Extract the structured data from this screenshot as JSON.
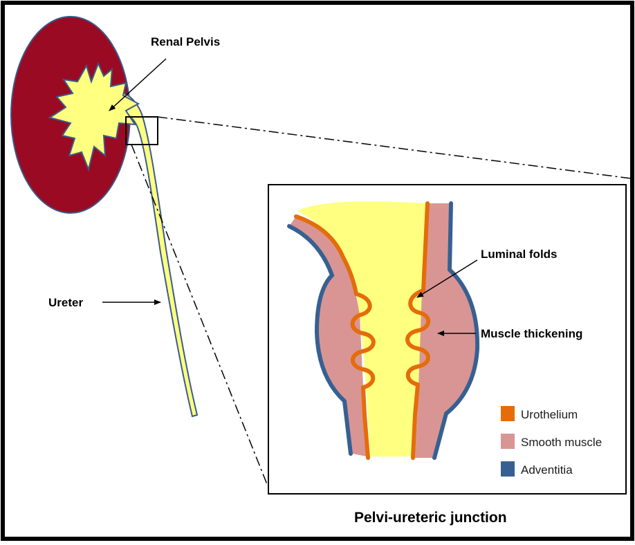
{
  "labels": {
    "renal_pelvis": "Renal Pelvis",
    "ureter": "Ureter",
    "luminal_folds": "Luminal folds",
    "muscle_thickening": "Muscle thickening",
    "caption": "Pelvi-ureteric junction"
  },
  "legend": [
    {
      "label": "Urothelium",
      "color": "#e46c0a"
    },
    {
      "label": "Smooth muscle",
      "color": "#d99594"
    },
    {
      "label": "Adventitia",
      "color": "#376092"
    }
  ],
  "colors": {
    "kidney": "#9b0a23",
    "lumen": "#ffff80",
    "urothelium": "#e46c0a",
    "smooth_muscle": "#d99594",
    "adventitia": "#376092",
    "outline": "#000000"
  }
}
